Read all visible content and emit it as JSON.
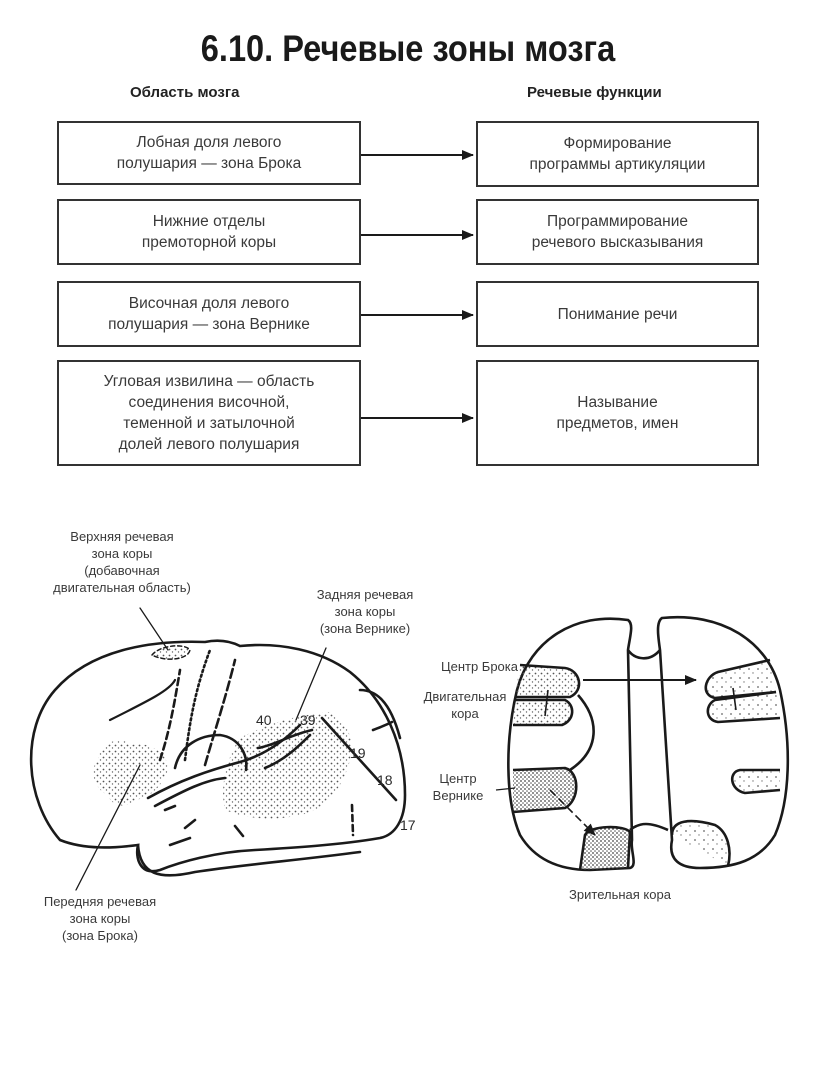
{
  "title": "6.10. Речевые зоны мозга",
  "columns": {
    "left": "Область мозга",
    "right": "Речевые функции"
  },
  "rows": [
    {
      "area": "Лобная доля левого\nполушария — зона Брока",
      "function": "Формирование\nпрограммы артикуляции"
    },
    {
      "area": "Нижние отделы\nпремоторной коры",
      "function": "Программирование\nречевого высказывания"
    },
    {
      "area": "Височная доля левого\nполушария — зона Вернике",
      "function": "Понимание речи"
    },
    {
      "area": "Угловая извилина — область\nсоединения височной,\nтеменной и затылочной\nдолей левого полушария",
      "function": "Называние\nпредметов, имен"
    }
  ],
  "lateral_view": {
    "labels": {
      "upper_zone": "Верхняя речевая\nзона коры\n(добавочная\nдвигательная область)",
      "posterior_zone": "Задняя речевая\nзона коры\n(зона Вернике)",
      "anterior_zone": "Передняя речевая\nзона коры\n(зона Брока)"
    },
    "field_numbers": [
      "40",
      "39",
      "19",
      "18",
      "17"
    ]
  },
  "top_view": {
    "labels": {
      "broca": "Центр Брока",
      "motor": "Двигательная\nкора",
      "wernicke": "Центр\nВернике",
      "visual": "Зрительная кора"
    }
  },
  "colors": {
    "ink": "#1a1a1a",
    "text": "#3a3a3a",
    "stipple": "#555555"
  }
}
